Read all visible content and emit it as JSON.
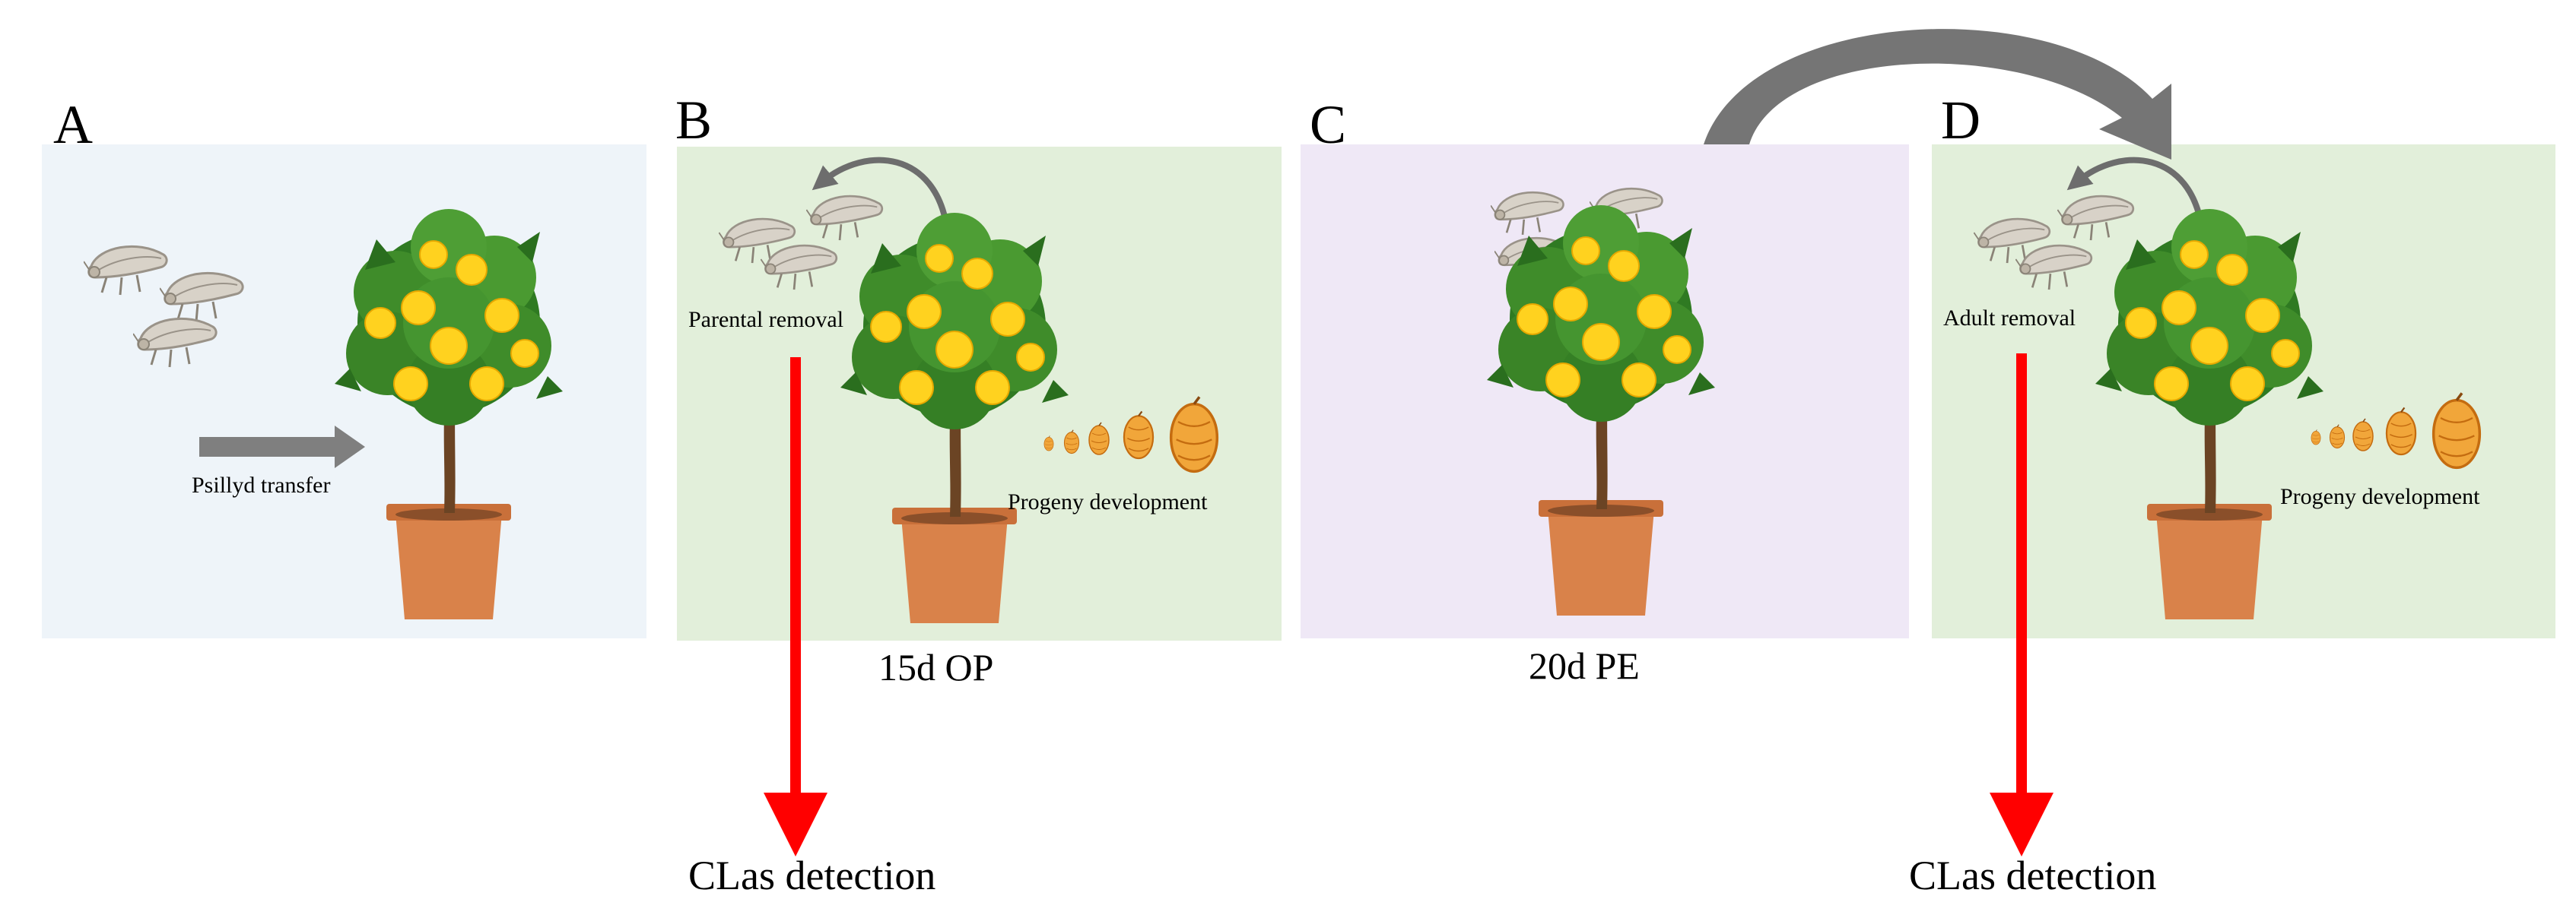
{
  "panels": [
    {
      "letter": "A",
      "bg": "#eef4f9"
    },
    {
      "letter": "B",
      "bg": "#e2efda"
    },
    {
      "letter": "C",
      "bg": "#efe8f6"
    },
    {
      "letter": "D",
      "bg": "#e2efda"
    }
  ],
  "labels": {
    "psillyd_transfer": "Psillyd transfer",
    "parental_removal": "Parental removal",
    "progeny_development_b": "Progeny development",
    "period_b": "15d OP",
    "period_c": "20d PE",
    "adult_removal": "Adult removal",
    "progeny_development_d": "Progeny development",
    "detection_b": "CLas detection",
    "detection_d": "CLas detection"
  },
  "colors": {
    "detection_arrow": "#ff0000",
    "transfer_arrow": "#7f7f7f",
    "curved_arrow": "#6d6d6d",
    "leaf": "#3f8c2a",
    "fruit": "#ffd21f",
    "pot": "#d9824a",
    "insect": "#d8d2c8"
  },
  "icons": [
    "psyllid-icon",
    "citrus-tree-icon",
    "egg-icon",
    "nymph-icon"
  ]
}
